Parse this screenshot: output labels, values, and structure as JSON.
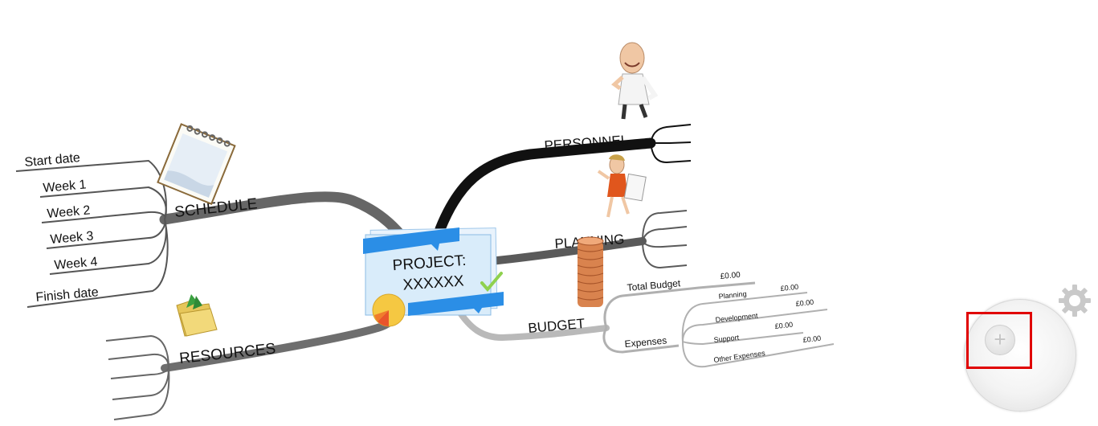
{
  "central": {
    "line1": "PROJECT:",
    "line2": "XXXXXX"
  },
  "branches": {
    "schedule": {
      "label": "SCHEDULE",
      "items": [
        "Start date",
        "Week 1",
        "Week 2",
        "Week 3",
        "Week 4",
        "Finish date"
      ]
    },
    "resources": {
      "label": "RESOURCES"
    },
    "personnel": {
      "label": "PERSONNEL"
    },
    "planning": {
      "label": "PLANNING"
    },
    "budget": {
      "label": "BUDGET",
      "total_budget": {
        "label": "Total Budget",
        "value": "£0.00"
      },
      "expenses": {
        "label": "Expenses",
        "items": [
          {
            "label": "Planning",
            "value": "£0.00"
          },
          {
            "label": "Development",
            "value": "£0.00"
          },
          {
            "label": "Support",
            "value": "£0.00"
          },
          {
            "label": "Other Expenses",
            "value": "£0.00"
          }
        ]
      }
    }
  },
  "icons": {
    "schedule": "notepad-icon",
    "resources": "folder-icon",
    "personnel": "waving-man-icon",
    "planning": "woman-with-paper-icon",
    "budget": "coin-stack-icon",
    "central_pie": "pie-chart-icon",
    "central_check": "checkmark-icon"
  },
  "controls": {
    "zoom_plus": "+",
    "settings": "gear-icon"
  },
  "colors": {
    "personnel_branch": "#111111",
    "schedule_branch": "#666666",
    "resources_branch": "#6e6e6e",
    "planning_branch": "#5a5a5a",
    "budget_branch": "#b9b9b9",
    "central_fill": "#d9ecfa",
    "central_banner": "#2b8ee6",
    "highlight": "#e00000"
  }
}
